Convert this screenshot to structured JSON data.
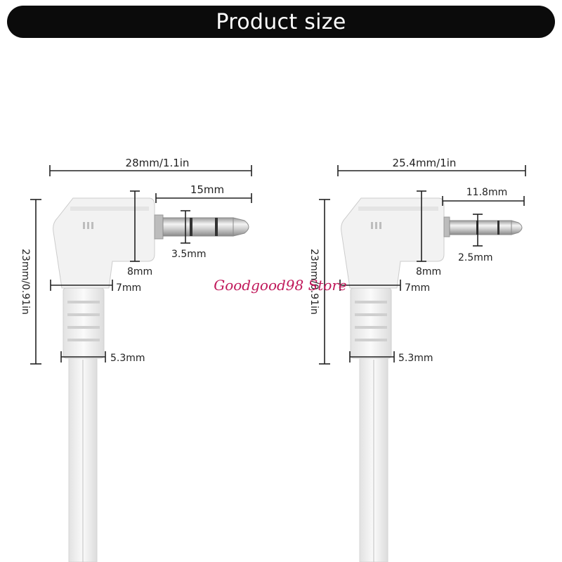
{
  "header": {
    "title": "Product size"
  },
  "watermark": {
    "text": "Goodgood98 Store"
  },
  "colors": {
    "banner": "#0b0b0b",
    "watermark": "#c0185a",
    "plug_white": "#f2f2f2",
    "metal": "#cfcfcf"
  },
  "left_plug": {
    "total_length": "28mm/1.1in",
    "pin_length": "15mm",
    "pin_diameter": "3.5mm",
    "head_width": "8mm",
    "neck_width": "7mm",
    "cable_width": "5.3mm",
    "height": "23mm/0.91in"
  },
  "right_plug": {
    "total_length": "25.4mm/1in",
    "pin_length": "11.8mm",
    "pin_diameter": "2.5mm",
    "head_width": "8mm",
    "neck_width": "7mm",
    "cable_width": "5.3mm",
    "height": "23mm/0.91in"
  }
}
